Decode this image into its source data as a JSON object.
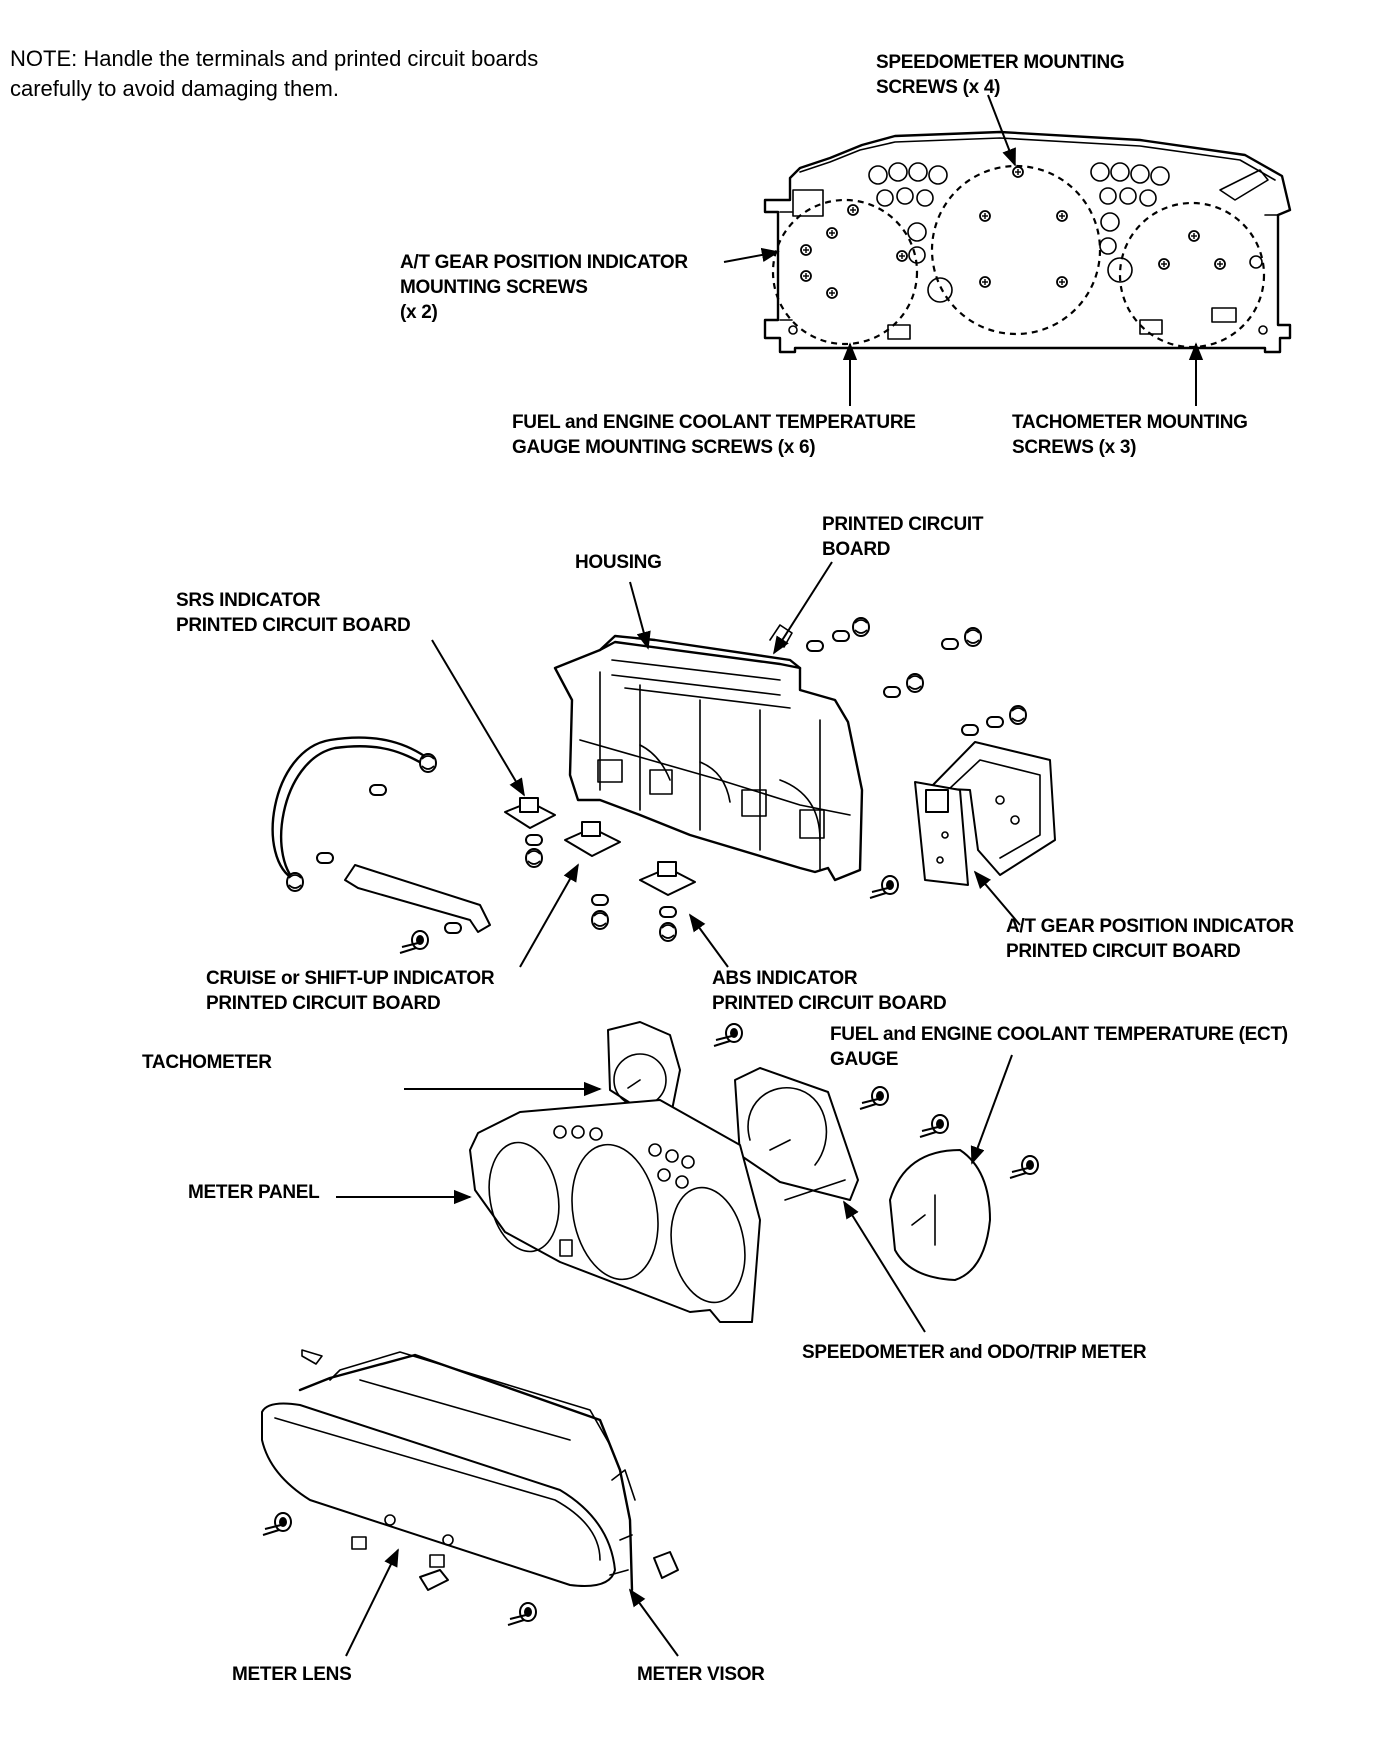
{
  "note": {
    "line1": "NOTE: Handle the terminals and printed circuit boards",
    "line2": "carefully to avoid damaging them."
  },
  "labels": {
    "speedometer_screws": [
      "SPEEDOMETER MOUNTING",
      "SCREWS (x 4)"
    ],
    "at_gear_screws": [
      "A/T GEAR POSITION INDICATOR",
      "MOUNTING SCREWS",
      "(x 2)"
    ],
    "fuel_ect_screws": [
      "FUEL and ENGINE COOLANT TEMPERATURE",
      "GAUGE MOUNTING SCREWS (x 6)"
    ],
    "tachometer_screws": [
      "TACHOMETER MOUNTING",
      "SCREWS (x 3)"
    ],
    "printed_circuit_board": [
      "PRINTED CIRCUIT",
      "BOARD"
    ],
    "housing": [
      "HOUSING"
    ],
    "srs_pcb": [
      "SRS INDICATOR",
      "PRINTED CIRCUIT BOARD"
    ],
    "at_gear_pcb": [
      "A/T GEAR POSITION INDICATOR",
      "PRINTED CIRCUIT BOARD"
    ],
    "cruise_pcb": [
      "CRUISE or SHIFT-UP INDICATOR",
      "PRINTED CIRCUIT BOARD"
    ],
    "abs_pcb": [
      "ABS INDICATOR",
      "PRINTED CIRCUIT BOARD"
    ],
    "fuel_ect_gauge": [
      "FUEL and ENGINE COOLANT TEMPERATURE (ECT)",
      "GAUGE"
    ],
    "tachometer": [
      "TACHOMETER"
    ],
    "meter_panel": [
      "METER PANEL"
    ],
    "speedometer_odo": [
      "SPEEDOMETER and ODO/TRIP METER"
    ],
    "meter_lens": [
      "METER LENS"
    ],
    "meter_visor": [
      "METER VISOR"
    ]
  }
}
